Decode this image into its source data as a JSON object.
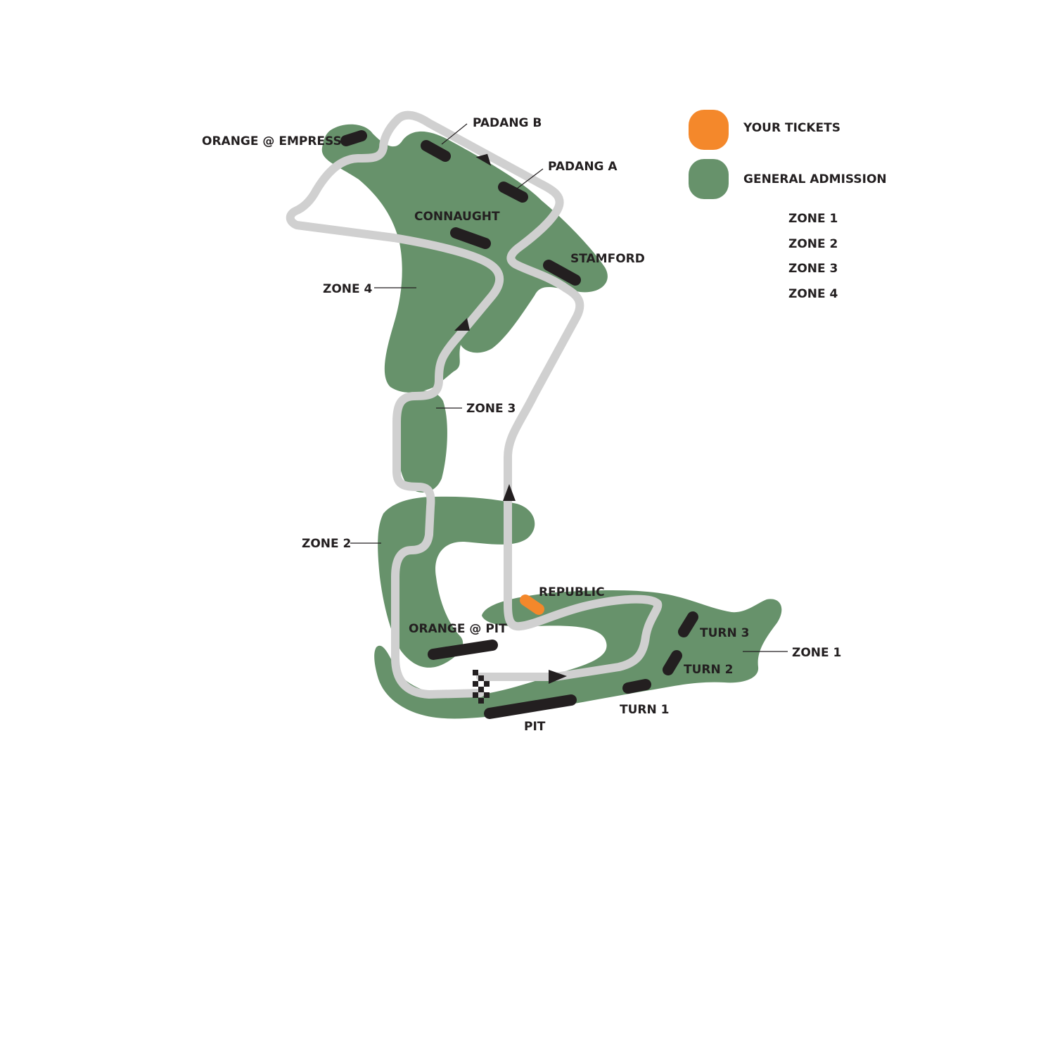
{
  "colors": {
    "general_admission": "#67926b",
    "your_tickets": "#f4882b",
    "track": "#d0d0d0",
    "grandstand": "#231f20",
    "text": "#231f20",
    "background": "#ffffff"
  },
  "legend": {
    "your_tickets": "YOUR TICKETS",
    "general_admission": "GENERAL ADMISSION",
    "zones": [
      "ZONE 1",
      "ZONE 2",
      "ZONE 3",
      "ZONE 4"
    ]
  },
  "grandstands": {
    "orange_empress": "ORANGE @ EMPRESS",
    "padang_b": "PADANG B",
    "padang_a": "PADANG A",
    "connaught": "CONNAUGHT",
    "stamford": "STAMFORD",
    "republic": "REPUBLIC",
    "orange_pit": "ORANGE @ PIT",
    "pit": "PIT",
    "turn_1": "TURN 1",
    "turn_2": "TURN 2",
    "turn_3": "TURN 3"
  },
  "zones": {
    "zone_1": "ZONE 1",
    "zone_2": "ZONE 2",
    "zone_3": "ZONE 3",
    "zone_4": "ZONE 4"
  },
  "selected_grandstand": "REPUBLIC"
}
